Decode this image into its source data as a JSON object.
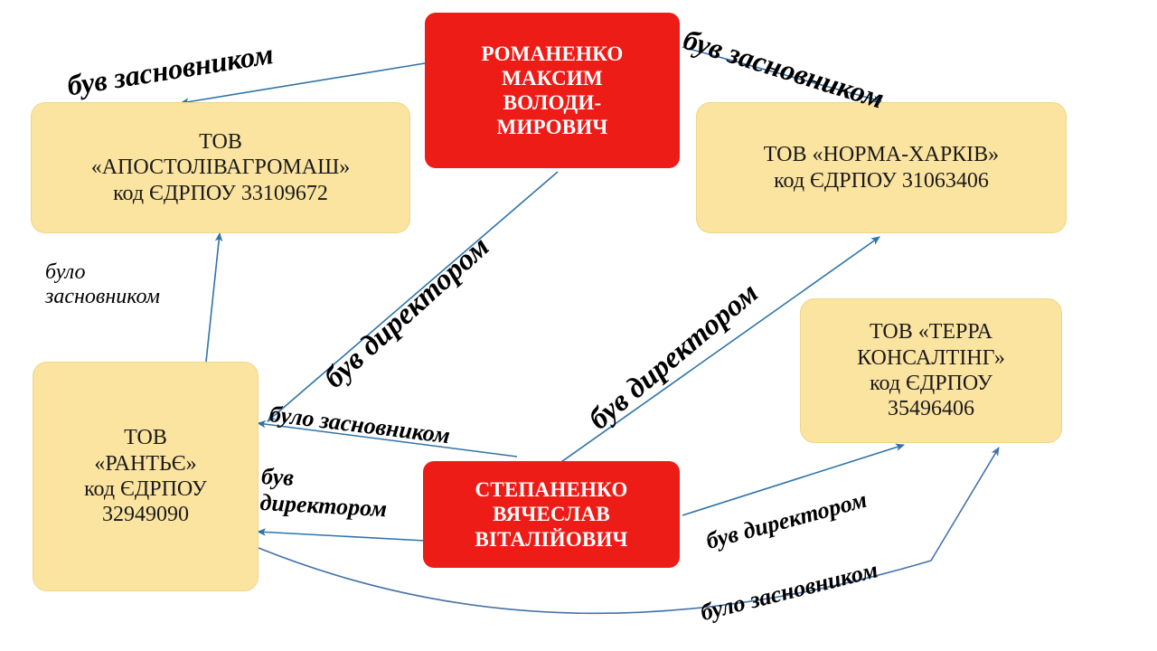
{
  "diagram": {
    "title": "Схема зв'язків засновників та директорів",
    "colors": {
      "person_fill": "#ee1c17",
      "person_text": "#ffffff",
      "company_fill": "#fbe3a0",
      "company_border": "#f0d68a",
      "edge_line": "#2e74a8",
      "edge_line_alt": "#4472a8",
      "background": "#ffffff",
      "label_text": "#000000"
    },
    "nodes": [
      {
        "id": "romanenko",
        "type": "person",
        "lines": [
          "РОМАНЕНКО",
          "МАКСИМ",
          "ВОЛОДИ-",
          "МИРОВИЧ"
        ]
      },
      {
        "id": "apostolivagromash",
        "type": "company",
        "lines": [
          "ТОВ",
          "«АПОСТОЛІВАГРОМАШ»",
          "код ЄДРПОУ 33109672"
        ]
      },
      {
        "id": "norma_kharkiv",
        "type": "company",
        "lines": [
          "ТОВ «НОРМА-ХАРКІВ»",
          "код ЄДРПОУ 31063406"
        ]
      },
      {
        "id": "terra_consulting",
        "type": "company",
        "lines": [
          "ТОВ «ТЕРРА",
          "КОНСАЛТІНГ»",
          "код ЄДРПОУ",
          "35496406"
        ]
      },
      {
        "id": "rantye",
        "type": "company",
        "lines": [
          "ТОВ",
          "«РАНТЬЄ»",
          "код ЄДРПОУ",
          "32949090"
        ]
      },
      {
        "id": "stepanenko",
        "type": "person",
        "lines": [
          "СТЕПАНЕНКО",
          "ВЯЧЕСЛАВ",
          "ВІТАЛІЙОВИЧ"
        ]
      }
    ],
    "edges": [
      {
        "id": "e1",
        "from": "romanenko",
        "to": "apostolivagromash",
        "label": "був засновником"
      },
      {
        "id": "e2",
        "from": "romanenko",
        "to": "norma_kharkiv",
        "label": "був засновником"
      },
      {
        "id": "e3",
        "from": "romanenko",
        "to": "rantye",
        "label": "був директором"
      },
      {
        "id": "e4",
        "from": "rantye",
        "to": "apostolivagromash",
        "label_line1": "було",
        "label_line2": "засновником"
      },
      {
        "id": "e5",
        "from": "stepanenko",
        "to": "norma_kharkiv",
        "label": "був директором"
      },
      {
        "id": "e6",
        "from": "stepanenko",
        "to": "rantye",
        "label": "було засновником"
      },
      {
        "id": "e7",
        "from": "stepanenko",
        "to": "rantye",
        "label_line1": "був",
        "label_line2": "директором"
      },
      {
        "id": "e8",
        "from": "stepanenko",
        "to": "terra_consulting",
        "label": "був директором"
      },
      {
        "id": "e9",
        "from": "rantye",
        "to": "terra_consulting",
        "label": "було засновником"
      }
    ]
  }
}
